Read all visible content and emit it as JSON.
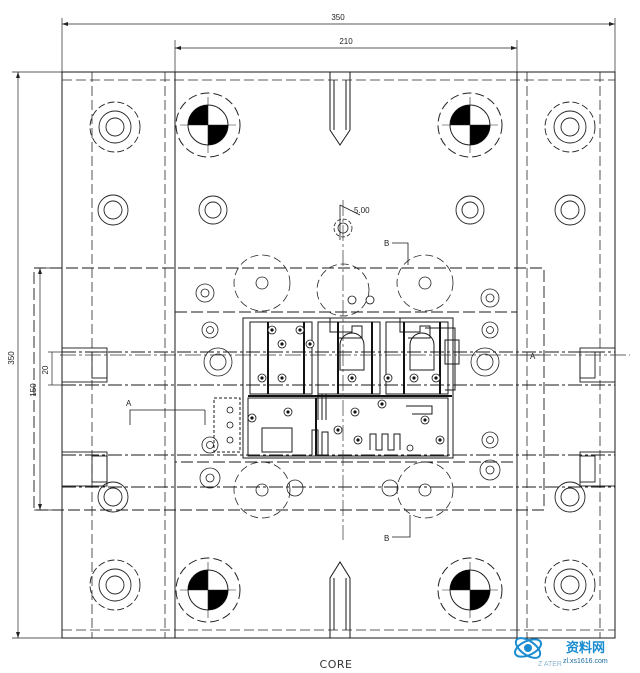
{
  "dimensions": {
    "overall_width": "350",
    "inner_width": "210",
    "overall_height": "350",
    "inner_height": "150",
    "offset": "20",
    "callout_value": "5.00"
  },
  "section_marks": {
    "a": "A",
    "b": "B"
  },
  "view_title": "CORE",
  "watermark": {
    "brand": "资料网",
    "url": "zl.xs1616.com",
    "bg": "Z ATER"
  },
  "colors": {
    "line": "#1a1a1a",
    "hidden": "#2a2a2a",
    "fill": "#000000",
    "watermark": "#1a8ccf"
  }
}
